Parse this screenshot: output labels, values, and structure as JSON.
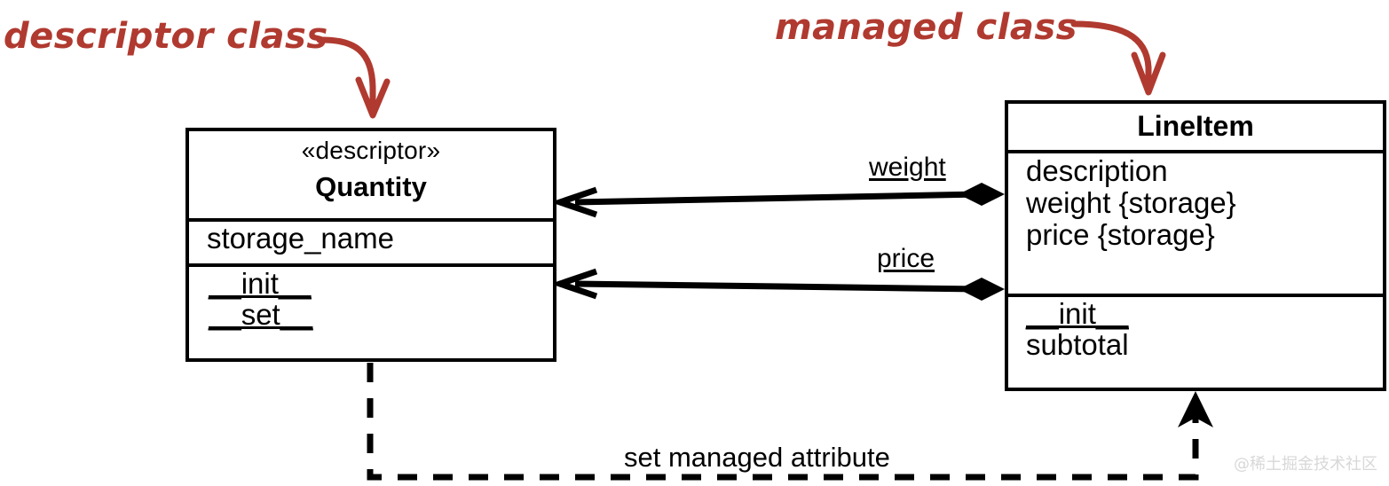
{
  "diagram": {
    "title": "Descriptor / managed class UML diagram",
    "colors": {
      "annotation_red": "#B03A30",
      "line_black": "#000000",
      "background": "#FFFFFF",
      "watermark_gray": "#D8D8D8"
    }
  },
  "annotations": [
    {
      "id": "descriptor-class",
      "text": "descriptor class",
      "color": "#B03A30"
    },
    {
      "id": "managed-class",
      "text": "managed class",
      "color": "#B03A30"
    }
  ],
  "classes": {
    "quantity": {
      "stereotype": "«descriptor»",
      "name": "Quantity",
      "attributes": [
        {
          "text": "storage_name",
          "underlined": false
        }
      ],
      "operations": [
        {
          "text": "__init__",
          "underlined": true
        },
        {
          "text": "__set__",
          "underlined": true
        }
      ]
    },
    "lineitem": {
      "stereotype": "",
      "name": "LineItem",
      "attributes": [
        {
          "text": "description",
          "underlined": false
        },
        {
          "text": "weight {storage}",
          "underlined": false
        },
        {
          "text": "price {storage}",
          "underlined": false
        }
      ],
      "operations": [
        {
          "text": "__init__",
          "underlined": true
        },
        {
          "text": "subtotal",
          "underlined": false
        }
      ]
    }
  },
  "edges": {
    "weight_label": "weight",
    "price_label": "price",
    "set_managed_label": "set managed attribute"
  },
  "watermark": "@稀土掘金技术社区"
}
